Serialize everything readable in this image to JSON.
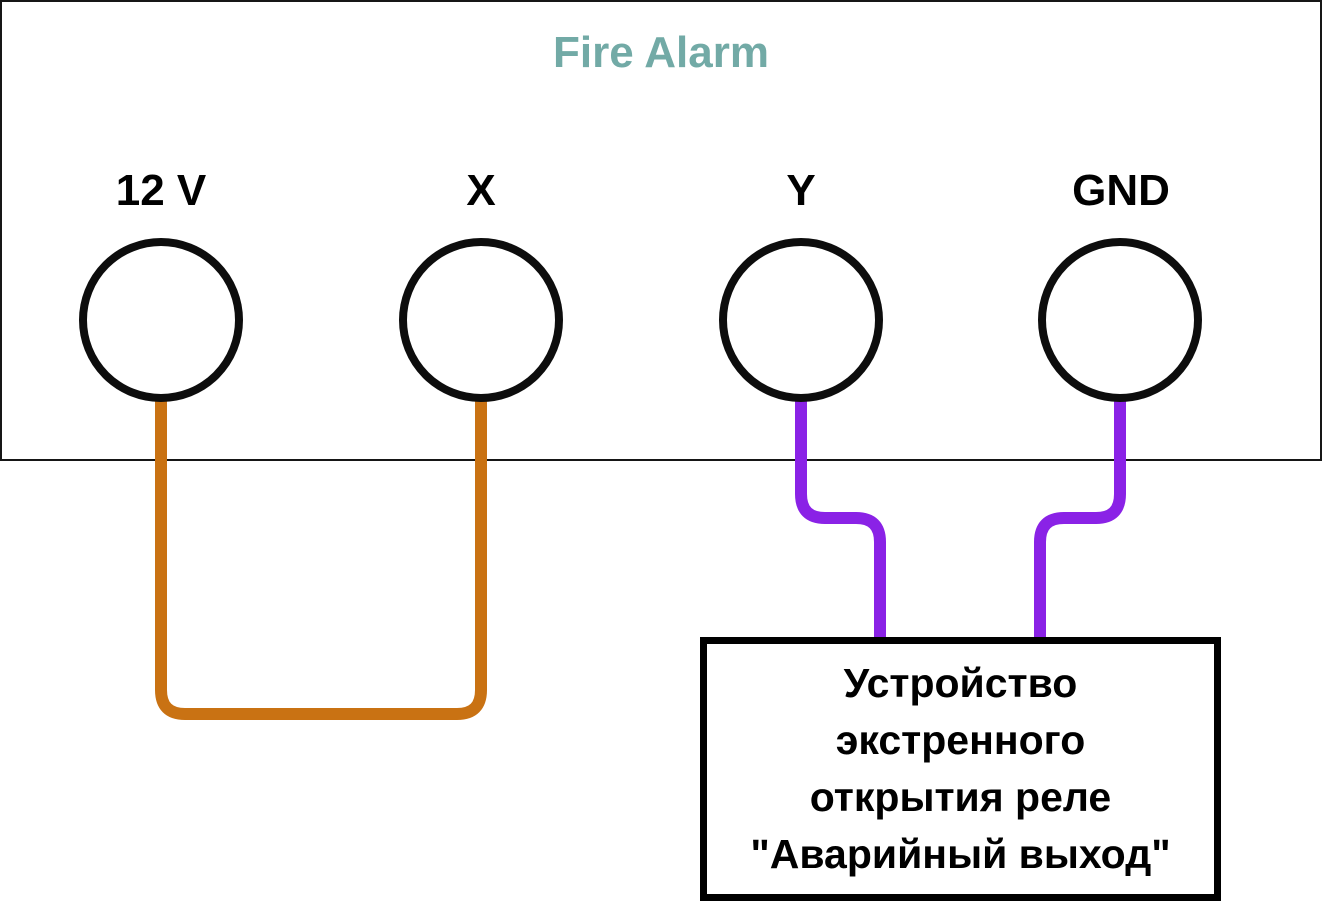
{
  "diagram": {
    "title": "Fire Alarm",
    "title_color": "#72aaa6",
    "terminals": [
      {
        "id": "12v",
        "label": "12 V"
      },
      {
        "id": "x",
        "label": "X"
      },
      {
        "id": "y",
        "label": "Y"
      },
      {
        "id": "gnd",
        "label": "GND"
      }
    ],
    "wires": {
      "jumper_12v_to_x_color": "#c97213",
      "relay_wires_color": "#8a22e6"
    },
    "device": {
      "label_lines": [
        "Устройство",
        "экстренного",
        "открытия реле",
        "\"Аварийный выход\""
      ]
    }
  }
}
